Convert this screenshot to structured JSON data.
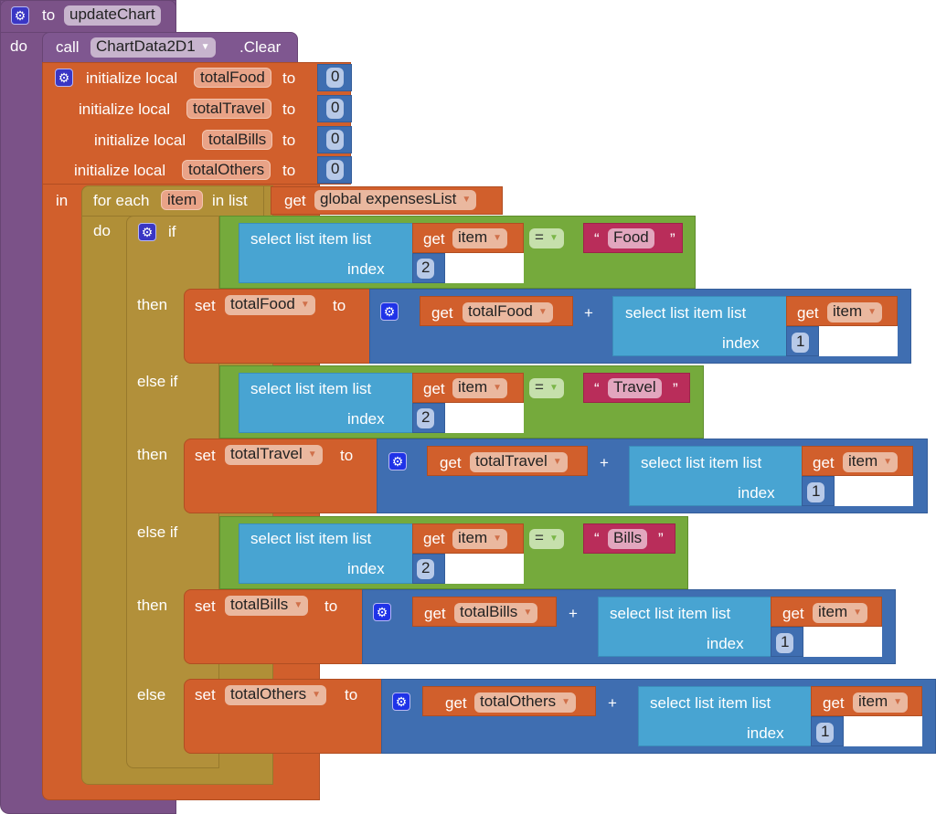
{
  "procedure": {
    "keyword_to": "to",
    "name": "updateChart",
    "keyword_do": "do"
  },
  "call_block": {
    "keyword": "call",
    "component": "ChartData2D1",
    "method": ".Clear"
  },
  "locals": {
    "keyword_init": "initialize local",
    "keyword_to": "to",
    "keyword_in": "in",
    "variables": [
      {
        "name": "totalFood",
        "value": "0"
      },
      {
        "name": "totalTravel",
        "value": "0"
      },
      {
        "name": "totalBills",
        "value": "0"
      },
      {
        "name": "totalOthers",
        "value": "0"
      }
    ]
  },
  "foreach": {
    "keyword_for_each": "for each",
    "var": "item",
    "keyword_in_list": "in list",
    "keyword_get": "get",
    "list": "global expensesList",
    "keyword_do": "do"
  },
  "ifblock": {
    "kw_if": "if",
    "kw_then": "then",
    "kw_else_if": "else if",
    "kw_else": "else",
    "select_label": "select list item  list",
    "index_label": "index",
    "get": "get",
    "item": "item",
    "eq": "=",
    "set": "set",
    "to": "to",
    "plus": "+",
    "open_quote": "“",
    "close_quote": "”",
    "conditions": [
      {
        "category": "Food",
        "index": "2"
      },
      {
        "category": "Travel",
        "index": "2"
      },
      {
        "category": "Bills",
        "index": "2"
      }
    ],
    "branches": [
      {
        "var": "totalFood",
        "index": "1"
      },
      {
        "var": "totalTravel",
        "index": "1"
      },
      {
        "var": "totalBills",
        "index": "1"
      },
      {
        "var": "totalOthers",
        "index": "1"
      }
    ]
  },
  "colors": {
    "procedure": "#7b5288",
    "variables": "#d15f2c",
    "control": "#b08f37",
    "logic": "#75aa3c",
    "lists": "#48a4d2",
    "math": "#3f6eb1",
    "text": "#b92d5a"
  }
}
